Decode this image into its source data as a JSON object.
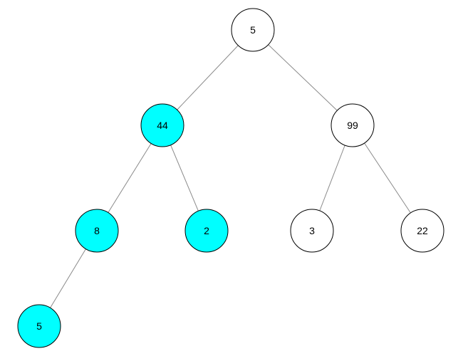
{
  "colors": {
    "highlight": "#00ffff",
    "default": "#ffffff",
    "edge": "#8a8a8a",
    "outline": "#000000"
  },
  "tree": {
    "nodes": [
      {
        "id": "n1",
        "label": "5",
        "highlighted": false
      },
      {
        "id": "n2",
        "label": "44",
        "highlighted": true
      },
      {
        "id": "n3",
        "label": "99",
        "highlighted": false
      },
      {
        "id": "n4",
        "label": "8",
        "highlighted": true
      },
      {
        "id": "n5",
        "label": "2",
        "highlighted": true
      },
      {
        "id": "n6",
        "label": "3",
        "highlighted": false
      },
      {
        "id": "n7",
        "label": "22",
        "highlighted": false
      },
      {
        "id": "n8",
        "label": "5",
        "highlighted": true
      }
    ],
    "edges": [
      {
        "from": "n1",
        "to": "n2"
      },
      {
        "from": "n1",
        "to": "n3"
      },
      {
        "from": "n2",
        "to": "n4"
      },
      {
        "from": "n2",
        "to": "n5"
      },
      {
        "from": "n3",
        "to": "n6"
      },
      {
        "from": "n3",
        "to": "n7"
      },
      {
        "from": "n4",
        "to": "n8"
      }
    ]
  }
}
